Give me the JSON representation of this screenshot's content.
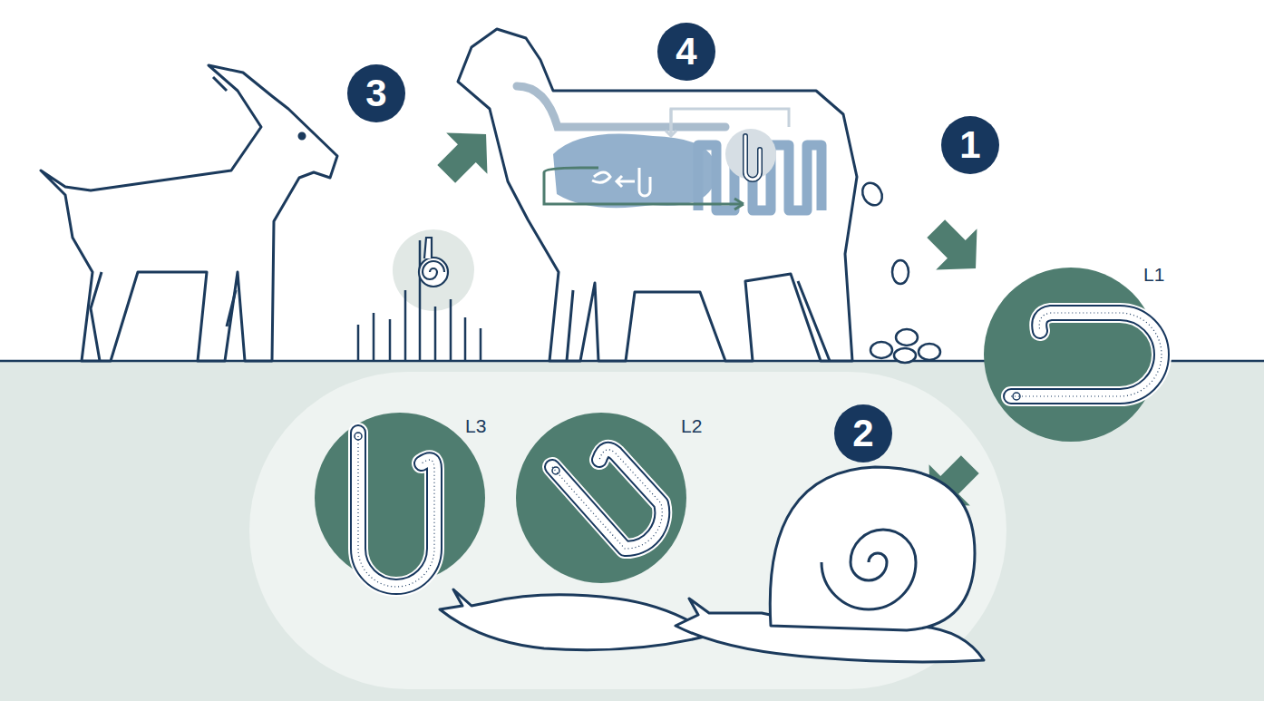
{
  "diagram": {
    "nodes": [
      {
        "text": [
          "3"
        ]
      },
      {
        "text": [
          "4"
        ]
      },
      {
        "text": [
          "1"
        ]
      },
      {
        "text": [
          "L1"
        ]
      },
      {
        "text": [
          "L3"
        ]
      },
      {
        "text": [
          "L2"
        ]
      },
      {
        "text": [
          "2"
        ]
      }
    ]
  }
}
